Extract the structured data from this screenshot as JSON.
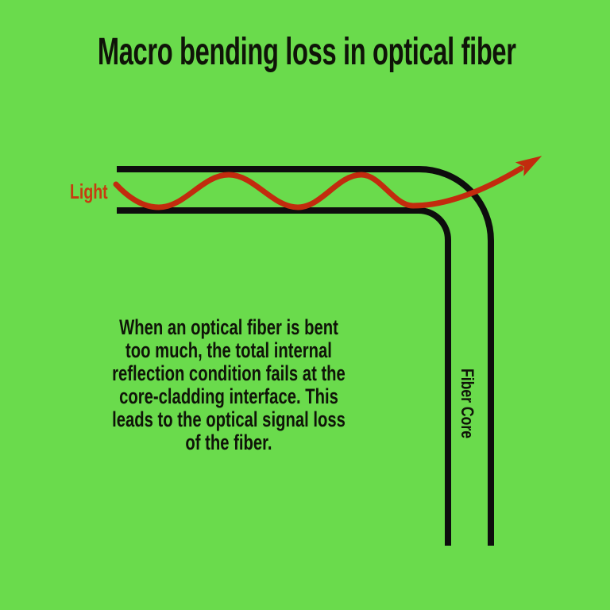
{
  "canvas": {
    "background_color": "#6adb4c"
  },
  "title": {
    "text": "Macro bending loss in optical fiber",
    "color": "#0f1408"
  },
  "fiber": {
    "wall_color": "#0d0d0d"
  },
  "light": {
    "label": "Light",
    "label_color": "#c63c10",
    "wave_color": "#c22b0e"
  },
  "labels": {
    "fiber_core": "Fiber Core"
  },
  "description": {
    "color": "#0f1408",
    "lines": [
      "When an optical fiber is bent",
      "too much, the total internal",
      "reflection condition fails at the",
      "core-cladding interface. This",
      "leads to the optical signal loss",
      "of the fiber."
    ]
  }
}
